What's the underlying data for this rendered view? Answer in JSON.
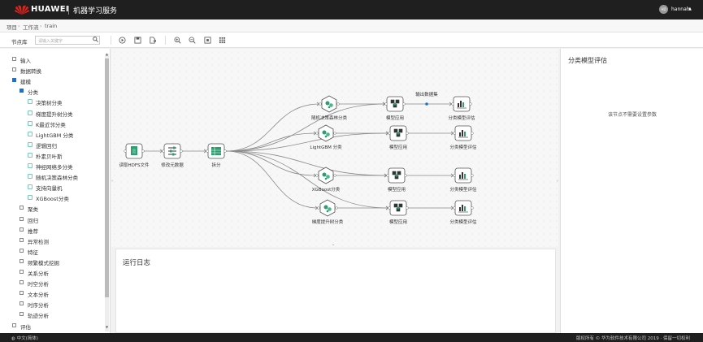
{
  "header": {
    "brand": "HUAWEI",
    "product": "机器学习服务",
    "user_initials": "HD",
    "username": "hannah"
  },
  "breadcrumb": [
    "项目",
    "工作流",
    "train"
  ],
  "toolbar": {
    "library_label": "节点库",
    "search_placeholder": "请输入关键字"
  },
  "tree": [
    {
      "label": "输入",
      "level": 0,
      "state": "collapsed"
    },
    {
      "label": "数据转换",
      "level": 0,
      "state": "collapsed"
    },
    {
      "label": "建模",
      "level": 0,
      "state": "expanded"
    },
    {
      "label": "分类",
      "level": 1,
      "state": "expanded"
    },
    {
      "label": "决策树分类",
      "level": 2,
      "state": "leaf"
    },
    {
      "label": "梯度提升树分类",
      "level": 2,
      "state": "leaf"
    },
    {
      "label": "K最近邻分类",
      "level": 2,
      "state": "leaf"
    },
    {
      "label": "LightGBM 分类",
      "level": 2,
      "state": "leaf"
    },
    {
      "label": "逻辑回归",
      "level": 2,
      "state": "leaf"
    },
    {
      "label": "朴素贝叶斯",
      "level": 2,
      "state": "leaf"
    },
    {
      "label": "神经网络多分类",
      "level": 2,
      "state": "leaf"
    },
    {
      "label": "随机决策森林分类",
      "level": 2,
      "state": "leaf"
    },
    {
      "label": "支持向量机",
      "level": 2,
      "state": "leaf"
    },
    {
      "label": "XGBoost分类",
      "level": 2,
      "state": "leaf"
    },
    {
      "label": "聚类",
      "level": 1,
      "state": "collapsed"
    },
    {
      "label": "回归",
      "level": 1,
      "state": "collapsed"
    },
    {
      "label": "推荐",
      "level": 1,
      "state": "collapsed"
    },
    {
      "label": "异常检测",
      "level": 1,
      "state": "collapsed"
    },
    {
      "label": "特征",
      "level": 1,
      "state": "collapsed"
    },
    {
      "label": "频繁模式挖掘",
      "level": 1,
      "state": "collapsed"
    },
    {
      "label": "关系分析",
      "level": 1,
      "state": "collapsed"
    },
    {
      "label": "时空分析",
      "level": 1,
      "state": "collapsed"
    },
    {
      "label": "文本分析",
      "level": 1,
      "state": "collapsed"
    },
    {
      "label": "时序分析",
      "level": 1,
      "state": "collapsed"
    },
    {
      "label": "轨迹分析",
      "level": 1,
      "state": "collapsed"
    },
    {
      "label": "评估",
      "level": 0,
      "state": "collapsed"
    }
  ],
  "flow": {
    "nodes": [
      {
        "id": "read",
        "label": "读取HDFS文件",
        "icon": "file-icon"
      },
      {
        "id": "meta",
        "label": "修改元数据",
        "icon": "sliders-icon"
      },
      {
        "id": "split",
        "label": "拆分",
        "icon": "table-icon"
      },
      {
        "id": "rf",
        "label": "随机决策森林分类",
        "icon": "model-train-icon"
      },
      {
        "id": "lgbm",
        "label": "LightGBM 分类",
        "icon": "model-train-icon"
      },
      {
        "id": "xgb",
        "label": "XGBoost分类",
        "icon": "model-train-icon"
      },
      {
        "id": "gbt",
        "label": "梯度提升树分类",
        "icon": "model-train-icon"
      },
      {
        "id": "apply1",
        "label": "模型应用",
        "icon": "cubes-icon"
      },
      {
        "id": "apply2",
        "label": "模型应用",
        "icon": "cubes-icon"
      },
      {
        "id": "apply3",
        "label": "模型应用",
        "icon": "cubes-icon"
      },
      {
        "id": "apply4",
        "label": "模型应用",
        "icon": "cubes-icon"
      },
      {
        "id": "eval1",
        "label": "分类模型评估",
        "icon": "chart-eval-icon"
      },
      {
        "id": "eval2",
        "label": "分类模型评估",
        "icon": "chart-eval-icon"
      },
      {
        "id": "eval3",
        "label": "分类模型评估",
        "icon": "chart-eval-icon"
      },
      {
        "id": "eval4",
        "label": "分类模型评估",
        "icon": "chart-eval-icon"
      }
    ],
    "edge_tooltip": "输出数据集"
  },
  "log": {
    "title": "运行日志"
  },
  "right_panel": {
    "title": "分类模型评估",
    "message": "该节点不需要设置参数"
  },
  "footer": {
    "language": "中文(简体)",
    "copyright": "版权所有 © 华为软件技术有限公司 2019 · 保留一切权利"
  },
  "colors": {
    "accent": "#1a73c8",
    "node_green": "#2e9d6f",
    "node_dark": "#333333"
  }
}
